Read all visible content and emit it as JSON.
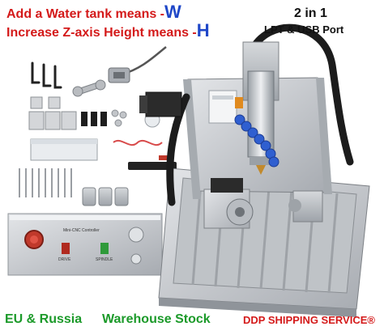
{
  "headline": {
    "line1_prefix": "Add a Water tank means -",
    "line1_letter": "W",
    "line2_prefix": "Increase Z-axis Height means -",
    "line2_letter": "H"
  },
  "badge": {
    "title": "2 in 1",
    "subtitle": "LPT & USB Port"
  },
  "footer": {
    "regions": "EU & Russia",
    "stock": "Warehouse Stock",
    "shipping": "DDP SHIPPING SERVICE®"
  },
  "controller": {
    "label": "Mini-CNC Controller",
    "switch1": "DRIVE",
    "switch2": "SPINDLE"
  },
  "colors": {
    "headline_red": "#d41a1a",
    "headline_blue": "#1f47c8",
    "footer_green": "#1c9a2a",
    "aluminum": "#c9ccd0",
    "coolant_blue": "#2f5fd0",
    "motor_black": "#2b2b2b"
  }
}
